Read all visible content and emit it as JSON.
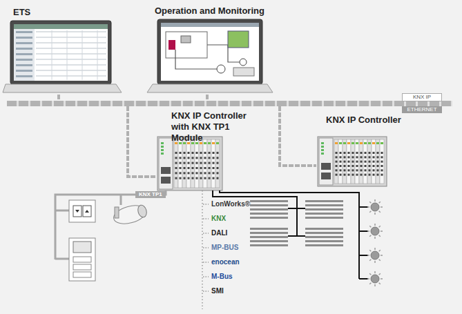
{
  "diagram": {
    "nodes": [
      {
        "text": [
          "ETS"
        ]
      },
      {
        "text": [
          "Operation and Monitoring"
        ]
      },
      {
        "text": [
          "KNX IP",
          "ETHERNET"
        ]
      },
      {
        "text": [
          "KNX IP Controller with KNX TP1 Module"
        ]
      },
      {
        "text": [
          "KNX IP Controller"
        ]
      }
    ],
    "edges": [
      {
        "from": 0,
        "to": 2,
        "arrow": "none"
      },
      {
        "from": 1,
        "to": 2,
        "arrow": "none"
      },
      {
        "from": 2,
        "to": 3,
        "arrow": "none"
      },
      {
        "from": 2,
        "to": 4,
        "arrow": "none"
      }
    ],
    "labels": [
      "KNX TP1",
      "LonWorks®",
      "KNX",
      "DALI",
      "MP-BUS",
      "enocean",
      "M-Bus",
      "SMI"
    ]
  }
}
